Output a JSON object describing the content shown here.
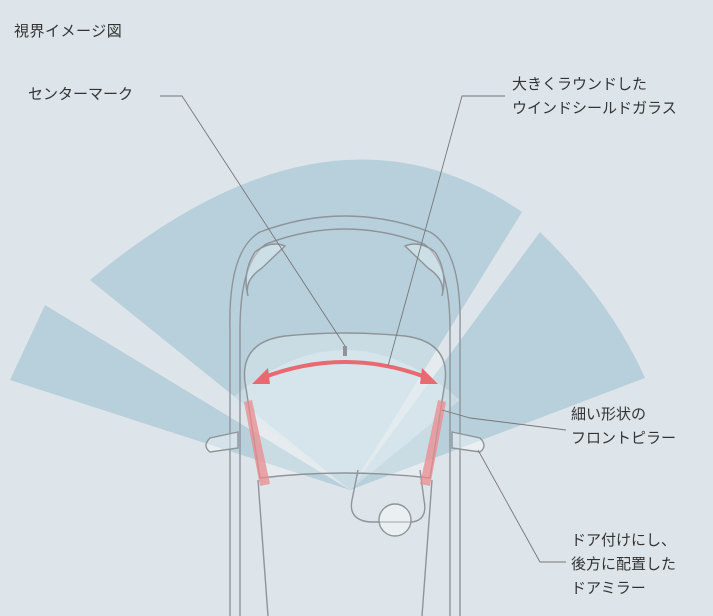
{
  "title": "視界イメージ図",
  "labels": {
    "center_mark": "センターマーク",
    "windshield": [
      "大きくラウンドした",
      "ウインドシールドガラス"
    ],
    "front_pillar": [
      "細い形状の",
      "フロントピラー"
    ],
    "door_mirror": [
      "ドア付けにし、",
      "後方に配置した",
      "ドアミラー"
    ]
  },
  "colors": {
    "background": "#dde5ea",
    "field_of_view": "#a9c8d6",
    "car_outline": "#8e9499",
    "pillar_highlight": "#e98b8f",
    "arrow": "#e8696f",
    "leader_line": "#777777"
  }
}
